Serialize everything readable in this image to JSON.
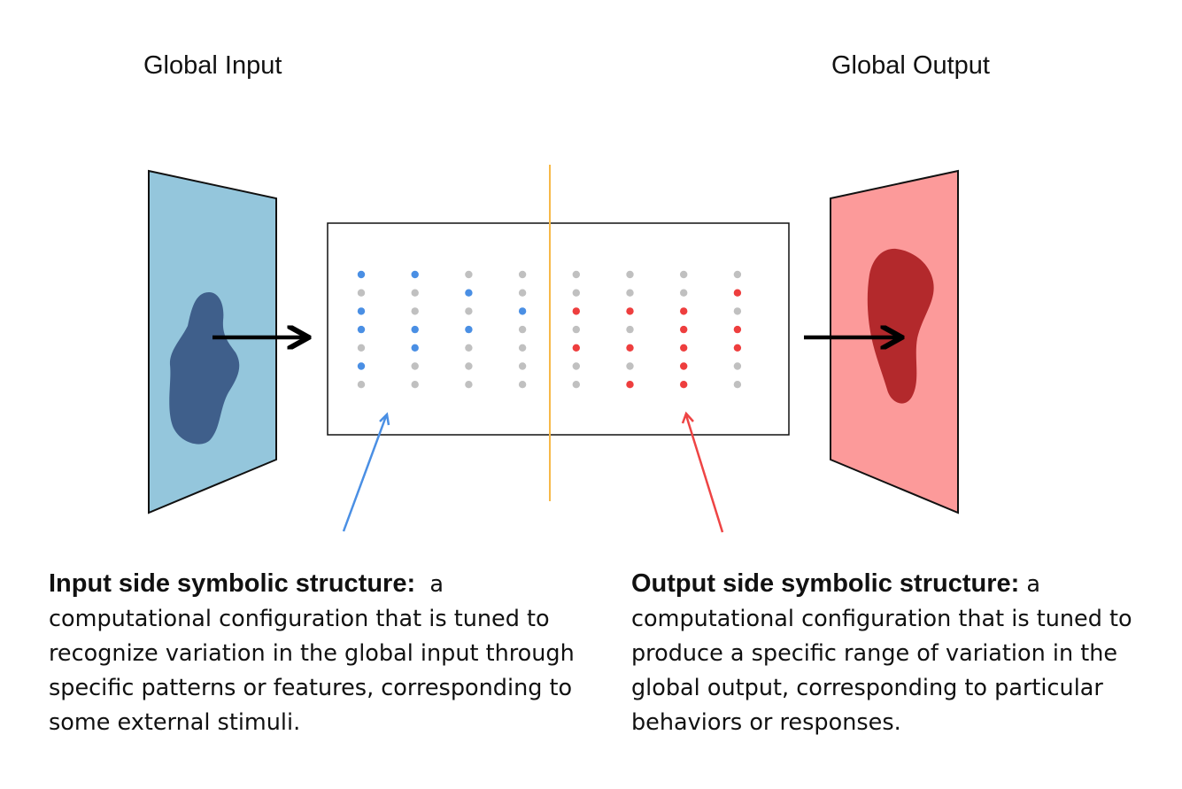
{
  "titles": {
    "input": "Global Input",
    "output": "Global Output"
  },
  "colors": {
    "input_panel": "#94c6dc",
    "input_blob": "#3f5f8b",
    "output_panel": "#fc9a9a",
    "output_blob": "#b3292c",
    "input_dot": "#4a8fe4",
    "output_dot": "#ee3e3e",
    "inactive_dot": "#c0c0c0",
    "divider": "#f7b948",
    "input_pointer": "#4a8fe4",
    "output_pointer": "#ee4444"
  },
  "grid": {
    "columns": 8,
    "rows": 7,
    "active_cells": [
      {
        "col": 0,
        "rows": [
          0,
          2,
          3,
          5
        ],
        "side": "input"
      },
      {
        "col": 1,
        "rows": [
          0,
          3,
          4
        ],
        "side": "input"
      },
      {
        "col": 2,
        "rows": [
          1,
          3
        ],
        "side": "input"
      },
      {
        "col": 3,
        "rows": [
          2
        ],
        "side": "input"
      },
      {
        "col": 4,
        "rows": [
          2,
          4
        ],
        "side": "output"
      },
      {
        "col": 5,
        "rows": [
          2,
          4,
          6
        ],
        "side": "output"
      },
      {
        "col": 6,
        "rows": [
          2,
          3,
          4,
          5,
          6
        ],
        "side": "output"
      },
      {
        "col": 7,
        "rows": [
          1,
          3,
          4
        ],
        "side": "output"
      }
    ]
  },
  "captions": {
    "input": {
      "heading": "Input side symbolic structure:",
      "body": "a computational configuration that is tuned to recognize variation in the global input through specific patterns or features, corresponding to some external stimuli."
    },
    "output": {
      "heading": "Output side symbolic structure:",
      "body": "a computational configuration that is tuned to produce a specific range of variation in the global output, corresponding to particular behaviors or responses."
    }
  }
}
